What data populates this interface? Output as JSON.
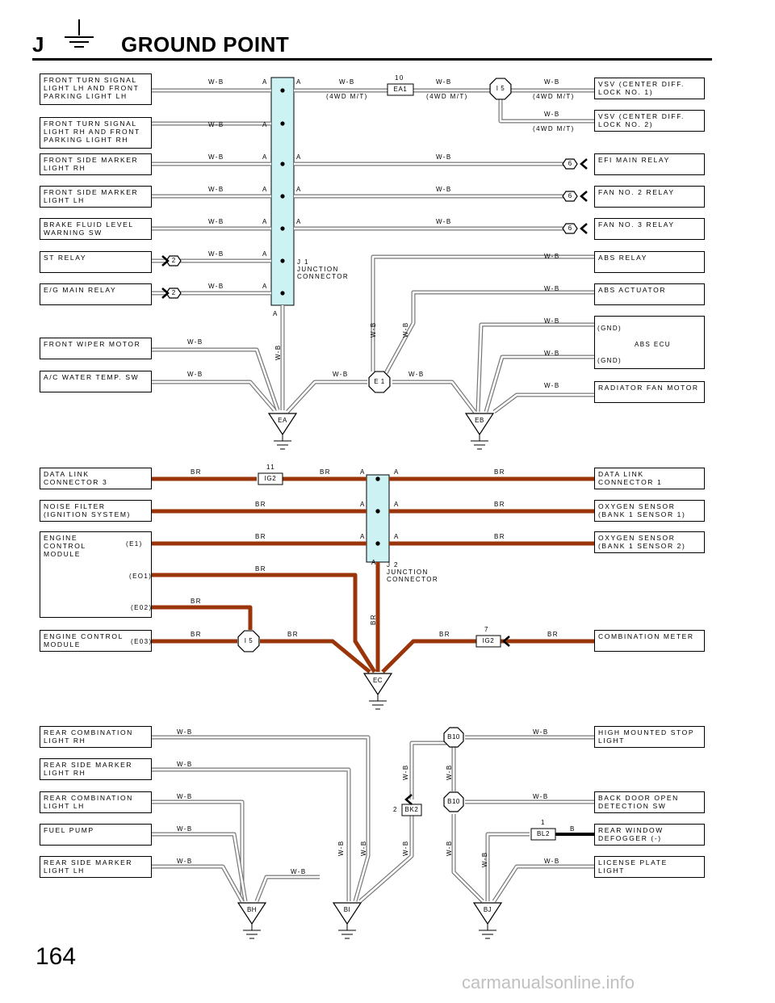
{
  "header": {
    "letter": "J",
    "title": "GROUND POINT",
    "page_number": "164",
    "watermark": "carmanualsonline.info",
    "ground_icon": "ground-symbol-icon"
  },
  "colors": {
    "wb_wire": "#777777",
    "br_wire": "#9a3409",
    "junction_fill": "#cdf2f4",
    "black": "#000000"
  },
  "wire": {
    "wb": "W-B",
    "br": "BR",
    "b": "B",
    "four_wd": "(4WD M/T)",
    "pin_a": "A"
  },
  "junctions": {
    "j1": "J 1\nJUNCTION\nCONNECTOR",
    "j2": "J 2\nJUNCTION\nCONNECTOR"
  },
  "grounds": {
    "ea": "EA",
    "eb": "EB",
    "ec": "EC",
    "bh": "BH",
    "bi": "BI",
    "bj": "BJ"
  },
  "connectors": {
    "ea1": {
      "code": "EA1",
      "pin": "10"
    },
    "i5": "I 5",
    "e1": "E 1",
    "ig2_top": {
      "code": "IG2",
      "pin": "11"
    },
    "ig2_bot": {
      "code": "IG2",
      "pin": "7"
    },
    "b10": "B10",
    "bk2": {
      "code": "BK2",
      "pin": "2"
    },
    "bl2": {
      "code": "BL2",
      "pin": "1"
    },
    "pin2": "2",
    "pin6": "6"
  },
  "left_components": [
    "FRONT TURN SIGNAL\nLIGHT LH AND FRONT\nPARKING LIGHT LH",
    "FRONT TURN SIGNAL\nLIGHT RH AND FRONT\nPARKING LIGHT RH",
    "FRONT SIDE MARKER\nLIGHT RH",
    "FRONT SIDE MARKER\nLIGHT LH",
    "BRAKE FLUID LEVEL\nWARNING SW",
    "ST RELAY",
    "E/G MAIN RELAY",
    "FRONT WIPER MOTOR",
    "A/C WATER TEMP. SW",
    "DATA LINK\nCONNECTOR 3",
    "NOISE FILTER\n(IGNITION SYSTEM)",
    "ENGINE\nCONTROL\nMODULE",
    "ENGINE CONTROL\nMODULE",
    "REAR COMBINATION\nLIGHT RH",
    "REAR SIDE MARKER\nLIGHT RH",
    "REAR COMBINATION\nLIGHT LH",
    "FUEL PUMP",
    "REAR SIDE MARKER\nLIGHT LH"
  ],
  "ecm_pins": [
    "(E1)",
    "(EO1)",
    "(E02)",
    "(E03)"
  ],
  "right_components": [
    "VSV (CENTER DIFF.\nLOCK NO. 1)",
    "VSV (CENTER DIFF.\nLOCK NO. 2)",
    "EFI MAIN RELAY",
    "FAN NO. 2 RELAY",
    "FAN NO. 3 RELAY",
    "ABS RELAY",
    "ABS ACTUATOR",
    "RADIATOR FAN MOTOR",
    "DATA LINK\nCONNECTOR 1",
    "OXYGEN SENSOR\n(BANK 1 SENSOR 1)",
    "OXYGEN SENSOR\n(BANK 1 SENSOR 2)",
    "COMBINATION METER",
    "HIGH MOUNTED STOP\nLIGHT",
    "BACK DOOR OPEN\nDETECTION SW",
    "REAR WINDOW\nDEFOGGER (-)",
    "LICENSE PLATE\nLIGHT"
  ],
  "abs_ecu": {
    "name": "ABS ECU",
    "gnd": "(GND)"
  }
}
